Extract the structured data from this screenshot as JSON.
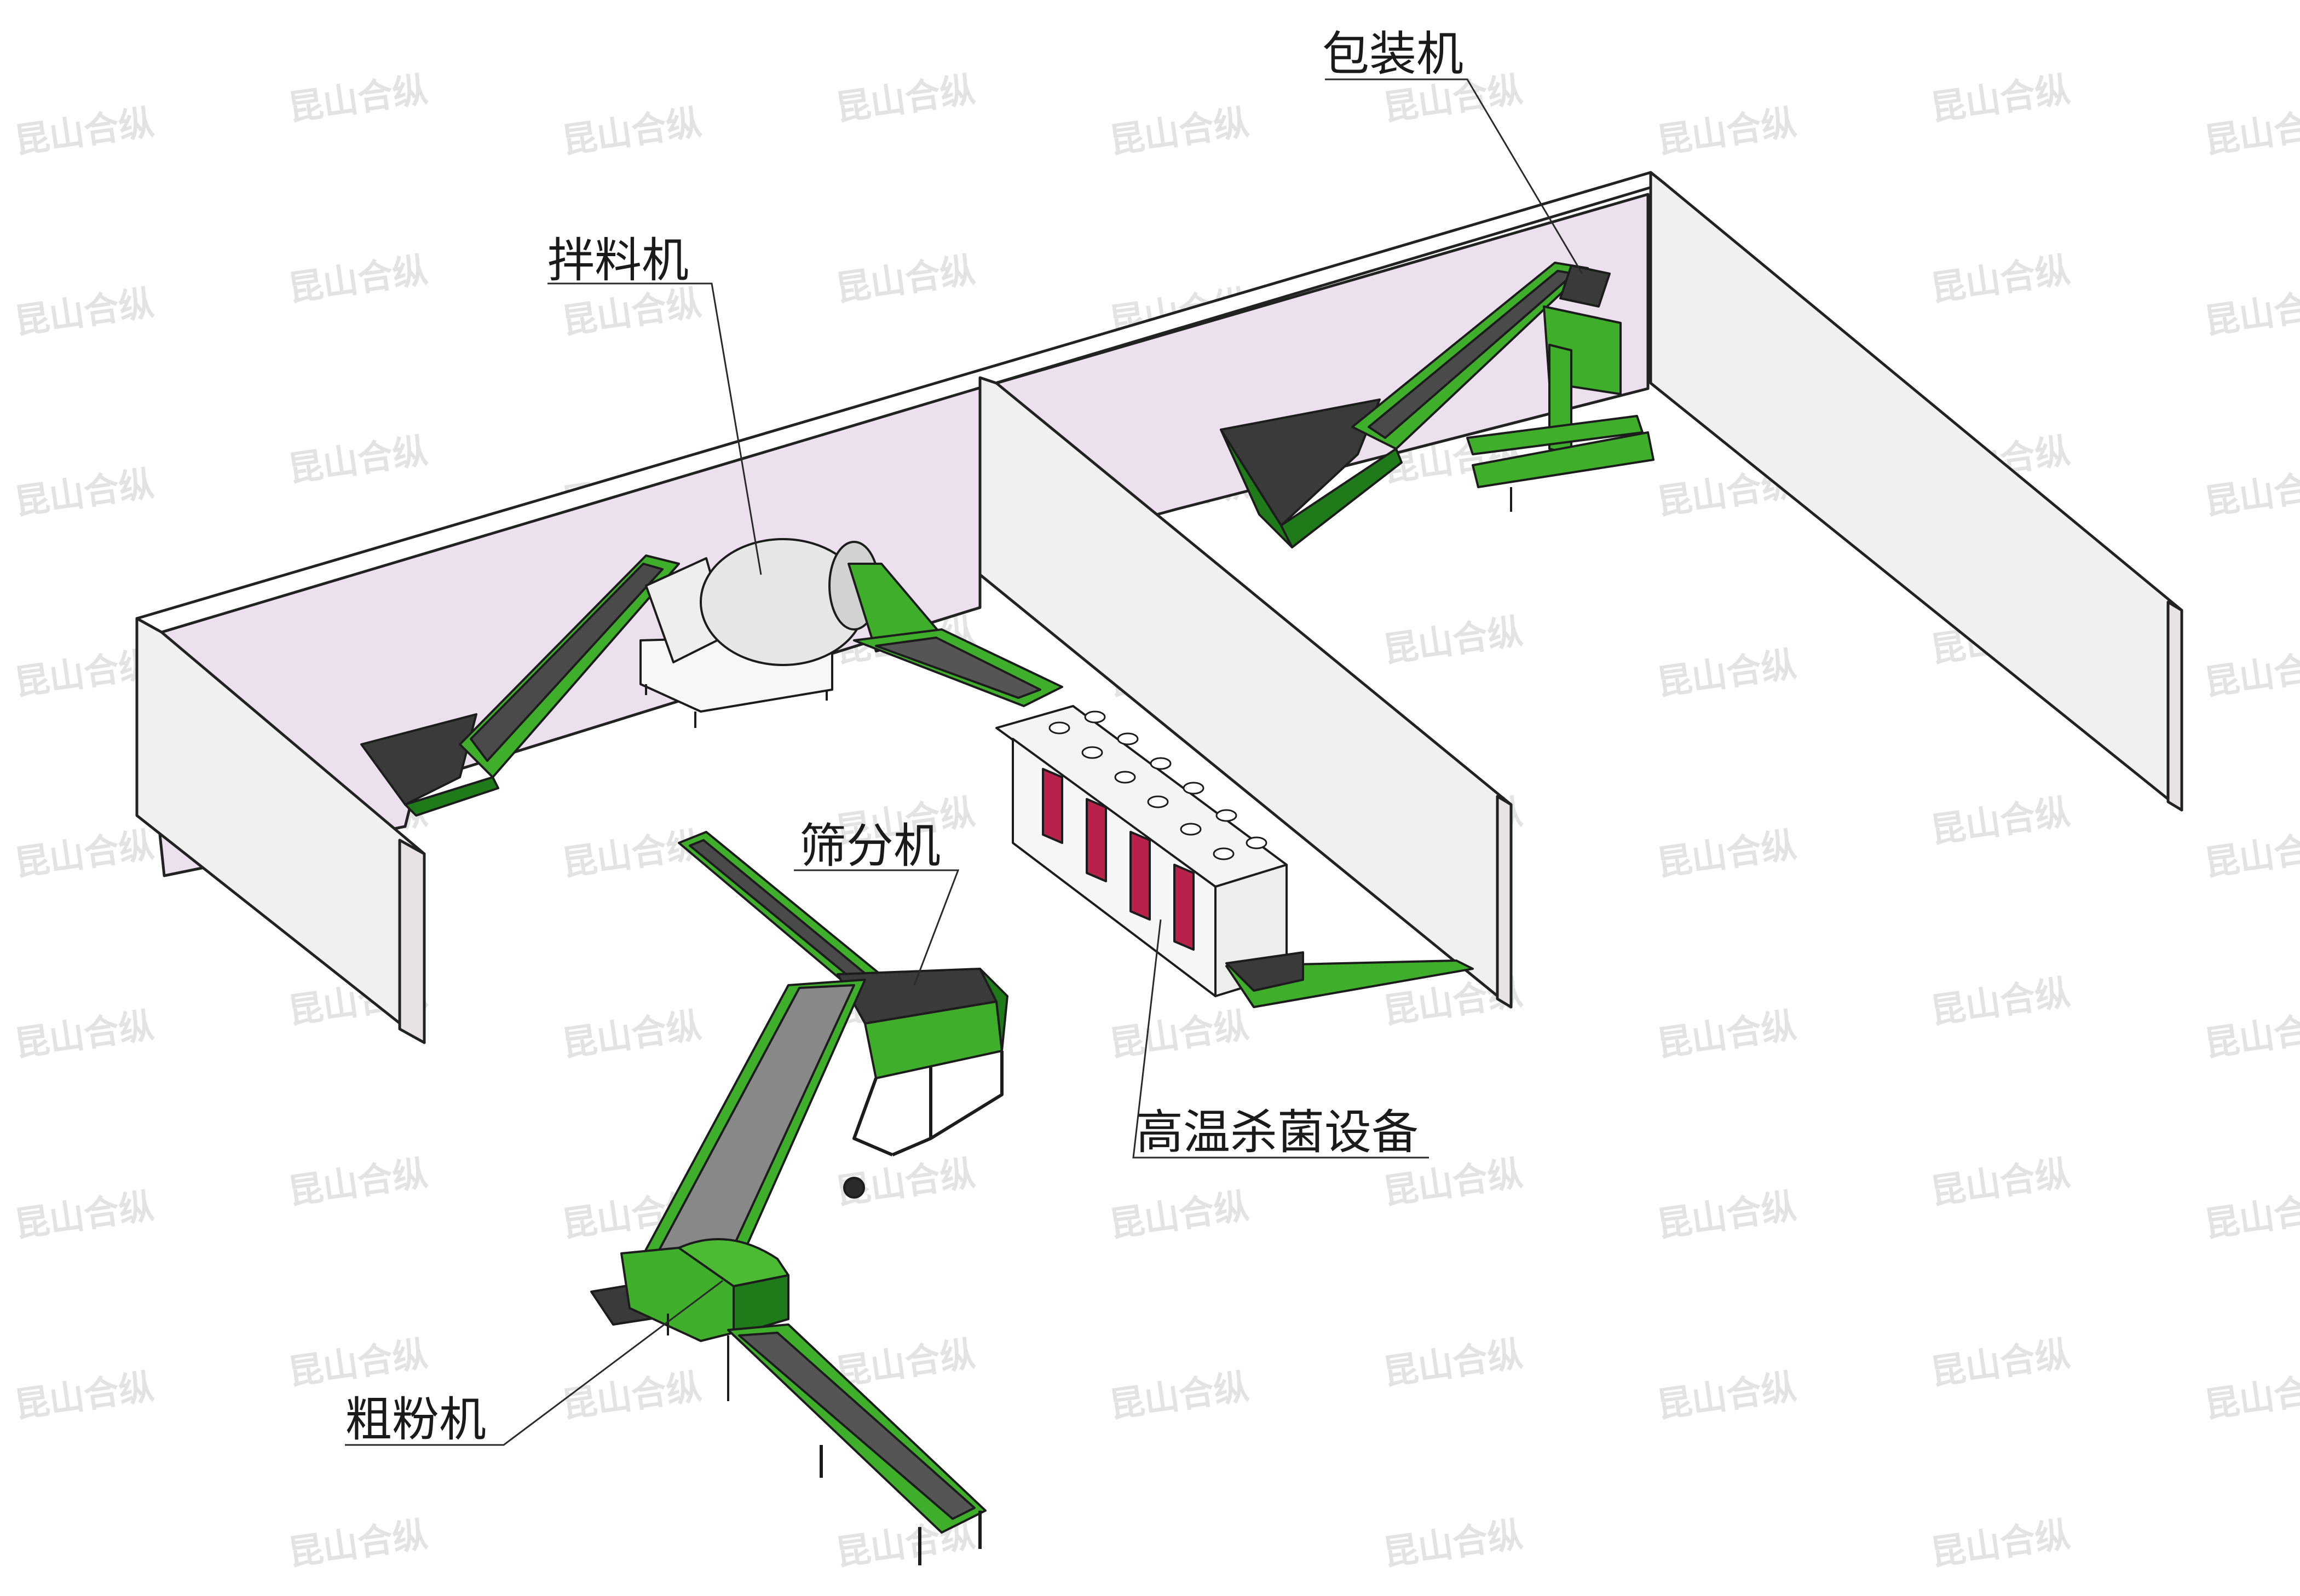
{
  "labels": {
    "packaging_machine": "包装机",
    "mixing_machine": "拌料机",
    "screening_machine": "筛分机",
    "sterilization_equipment": "高温杀菌设备",
    "coarse_crusher": "粗粉机"
  },
  "watermark": "昆山合纵",
  "colors": {
    "machine_green": "#3fae2a",
    "dark_green": "#1f7a1a",
    "belt_dark": "#3a3a3a",
    "wall_face": "#f1f0f1",
    "wall_inner": "#ecdfee",
    "door_red": "#b8214a",
    "drum_grey": "#e6e6e6"
  }
}
